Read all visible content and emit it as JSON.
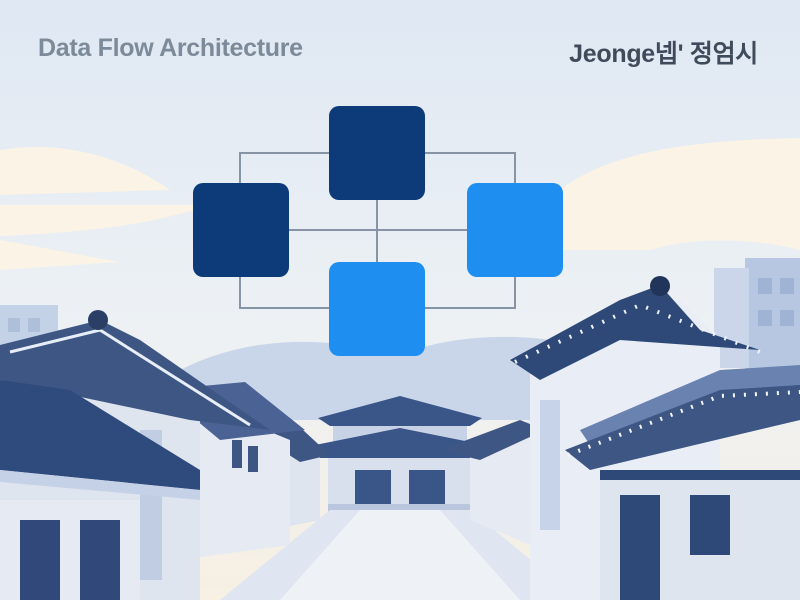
{
  "header": {
    "title": "Data Flow Architecture",
    "brand": "Jeonge넵' 정엄시"
  },
  "diagram": {
    "nodes": [
      {
        "id": "top",
        "color": "#0d3b7a"
      },
      {
        "id": "left",
        "color": "#0d3b7a"
      },
      {
        "id": "right",
        "color": "#1e8ff0"
      },
      {
        "id": "bottom",
        "color": "#1e8ff0"
      }
    ],
    "connector_color": "#8794a6"
  },
  "colors": {
    "sky": "#e4ecf5",
    "navy": "#0d3b7a",
    "bright_blue": "#1e8ff0",
    "roof": "#3e5683",
    "wall": "#dfe5ef",
    "pale": "#fbf3e4"
  }
}
